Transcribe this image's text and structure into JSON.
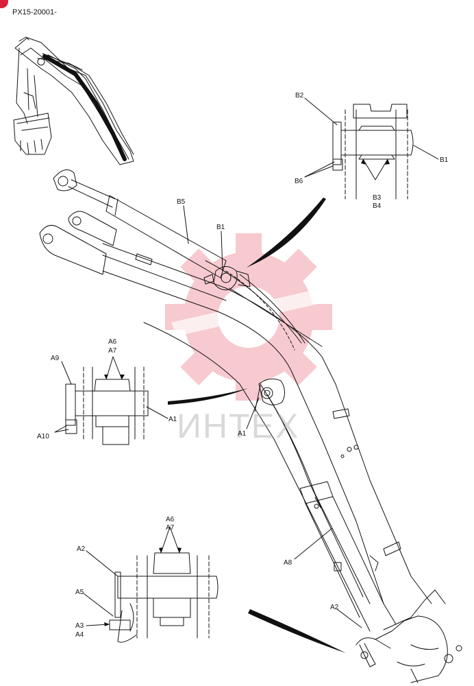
{
  "document": {
    "code": "PX15-20001-",
    "watermark": "ИНТЕХ"
  },
  "labels": {
    "b2": "B2",
    "b1_detail": "B1",
    "b6": "B6",
    "b3": "B3",
    "b4": "B4",
    "b5": "B5",
    "b1_main": "B1",
    "a6_top": "A6",
    "a7_top": "A7",
    "a9": "A9",
    "a1_detail": "A1",
    "a10": "A10",
    "a1_main": "A1",
    "a8": "A8",
    "a6_bottom": "A6",
    "a7_bottom": "A7",
    "a2_detail": "A2",
    "a5": "A5",
    "a3": "A3",
    "a4": "A4",
    "a2_main": "A2"
  },
  "colors": {
    "line": "#111111",
    "watermark_red": "#f2a0a8",
    "accent": "#d8203a"
  }
}
